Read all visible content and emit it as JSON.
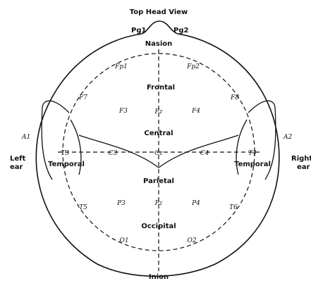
{
  "title": "Top Head View",
  "landmarks": {
    "nasion": "Nasion",
    "inion": "Inion",
    "pg1": "Pg1",
    "pg2": "Pg2",
    "a1": "A1",
    "a2": "A2",
    "left_ear": [
      "Left",
      "ear"
    ],
    "right_ear": [
      "Right",
      "ear"
    ]
  },
  "regions": {
    "frontal": "Frontal",
    "central": "Central",
    "parietal": "Parietal",
    "occipital": "Occipital",
    "temporal_left": "Temporal",
    "temporal_right": "Temporal"
  },
  "electrodes": {
    "fp1": "Fp1",
    "fp2": "Fp2",
    "f7": "F7",
    "f3": "F3",
    "fz": "Fz",
    "f4": "F4",
    "f8": "F8",
    "t3": "T3",
    "c3": "C3",
    "cz": "Cz",
    "c4": "C4",
    "t4": "T4",
    "t5": "T5",
    "p3": "P3",
    "pz": "Pz",
    "p4": "P4",
    "t6": "T6",
    "o1": "O1",
    "o2": "O2"
  },
  "colors": {
    "ink": "#111111",
    "background": "#ffffff"
  }
}
